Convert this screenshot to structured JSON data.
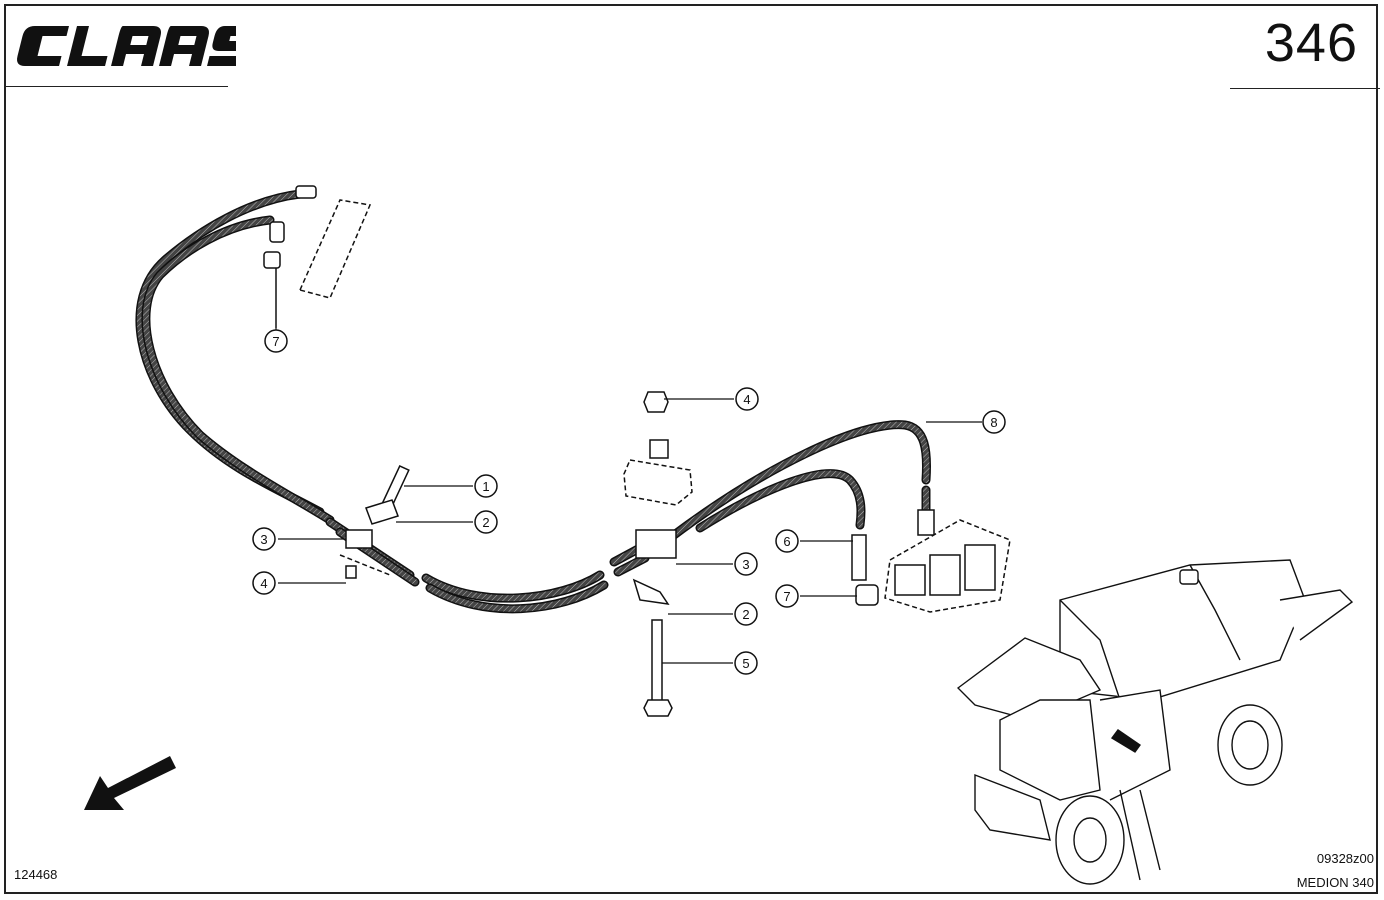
{
  "header": {
    "brand": "CLAAS",
    "page_number": "346"
  },
  "callouts": [
    {
      "id": "c7a",
      "label": "7"
    },
    {
      "id": "c4a",
      "label": "4"
    },
    {
      "id": "c8",
      "label": "8"
    },
    {
      "id": "c1",
      "label": "1"
    },
    {
      "id": "c2a",
      "label": "2"
    },
    {
      "id": "c3a",
      "label": "3"
    },
    {
      "id": "c4b",
      "label": "4"
    },
    {
      "id": "c6",
      "label": "6"
    },
    {
      "id": "c3b",
      "label": "3"
    },
    {
      "id": "c7b",
      "label": "7"
    },
    {
      "id": "c2b",
      "label": "2"
    },
    {
      "id": "c5",
      "label": "5"
    }
  ],
  "footer": {
    "drawing_number": "124468",
    "image_code": "09328z00",
    "model": "MEDION 340"
  },
  "icons": {
    "direction_arrow": "arrow-down-left-icon",
    "machine_locator": "combine-harvester-icon"
  }
}
